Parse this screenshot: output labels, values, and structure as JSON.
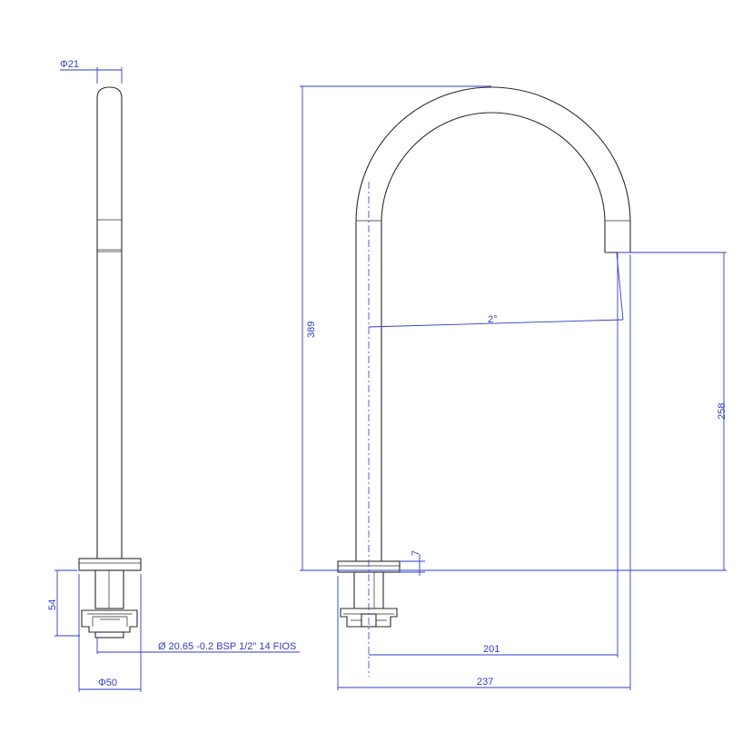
{
  "colors": {
    "outline": "#2b2b2b",
    "dimension": "#2f3cc8",
    "background": "#ffffff"
  },
  "dimensions": {
    "pipe_diameter": "Φ21",
    "base_height": "54",
    "base_diameter": "Φ50",
    "thread_spec": "Ø 20.65 -0.2 BSP 1/2\" 14 FIOS",
    "total_height": "389",
    "spout_height": "258",
    "tilt_angle": "2°",
    "flange_thickness": "7",
    "spout_reach": "201",
    "total_width": "237"
  }
}
